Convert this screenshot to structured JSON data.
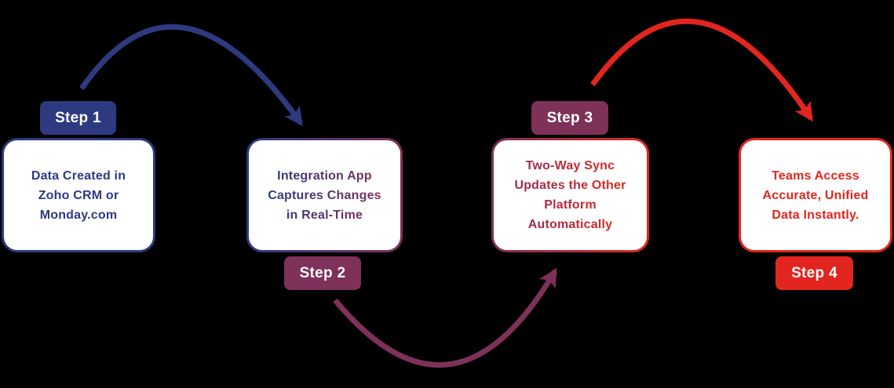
{
  "colors": {
    "blue": "#2e3a80",
    "plum": "#7e3159",
    "red": "#e2261f",
    "card_bg": "#ffffff",
    "badge_text": "#ffffff",
    "background": "#000000"
  },
  "steps": [
    {
      "badge_label": "Step 1",
      "badge_position": "top",
      "description": "Data Created in\nZoho CRM or\nMonday.com",
      "accent": "#2e3a80"
    },
    {
      "badge_label": "Step 2",
      "badge_position": "bottom",
      "description": "Integration App\nCaptures Changes\nin Real-Time",
      "accent": "#7e3159"
    },
    {
      "badge_label": "Step 3",
      "badge_position": "top",
      "description": "Two-Way Sync\nUpdates the Other\nPlatform\nAutomatically",
      "accent": "#7e3159"
    },
    {
      "badge_label": "Step 4",
      "badge_position": "bottom",
      "description": "Teams Access\nAccurate, Unified\nData Instantly.",
      "accent": "#e2261f"
    }
  ],
  "arrows": [
    {
      "from": "Step 1",
      "to": "Step 2",
      "shape": "arc-over-top",
      "color": "#2e3a80"
    },
    {
      "from": "Step 2",
      "to": "Step 3",
      "shape": "arc-under-bottom",
      "color": "#7e3159"
    },
    {
      "from": "Step 3",
      "to": "Step 4",
      "shape": "arc-over-top",
      "color": "#e2261f"
    }
  ]
}
